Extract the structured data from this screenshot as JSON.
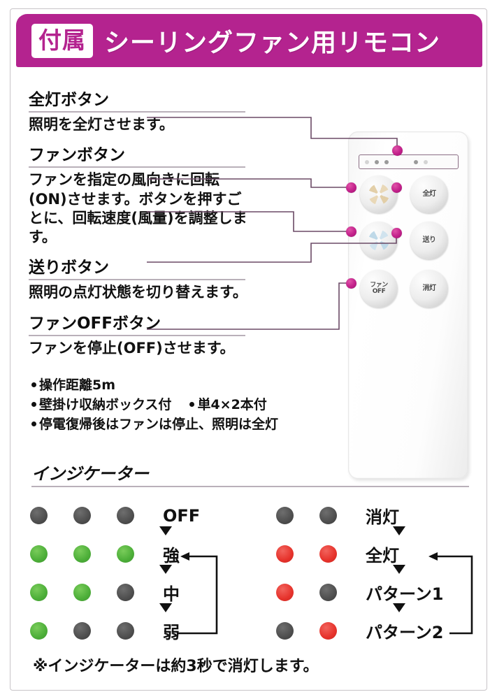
{
  "header": {
    "badge": "付属",
    "title": "シーリングファン用リモコン"
  },
  "sections": [
    {
      "heading": "全灯ボタン",
      "body": "照明を全灯させます。"
    },
    {
      "heading": "ファンボタン",
      "body": "ファンを指定の風向きに回転(ON)させます。ボタンを押すごとに、回転速度(風量)を調整します。"
    },
    {
      "heading": "送りボタン",
      "body": "照明の点灯状態を切り替えます。"
    },
    {
      "heading": "ファンOFFボタン",
      "body": "ファンを停止(OFF)させます。"
    }
  ],
  "bullets": {
    "row1": "操作距離5m",
    "row2a": "壁掛け収納ボックス付",
    "row2b": "単4×2本付",
    "row3": "停電復帰後はファンは停止、照明は全灯"
  },
  "remote": {
    "buttons": {
      "fan_warm": "",
      "all_light": "全灯",
      "fan_cool": "",
      "send": "送り",
      "fan_off_line1": "ファン",
      "fan_off_line2": "OFF",
      "light_off": "消灯"
    }
  },
  "indicator": {
    "title": "インジケーター",
    "fan_rows": [
      {
        "label": "OFF",
        "leds": [
          "off",
          "off",
          "off"
        ]
      },
      {
        "label": "強",
        "leds": [
          "green",
          "green",
          "green"
        ]
      },
      {
        "label": "中",
        "leds": [
          "green",
          "green",
          "off"
        ]
      },
      {
        "label": "弱",
        "leds": [
          "green",
          "off",
          "off"
        ]
      }
    ],
    "light_rows": [
      {
        "label": "消灯",
        "leds": [
          "off",
          "off"
        ]
      },
      {
        "label": "全灯",
        "leds": [
          "red",
          "red"
        ]
      },
      {
        "label": "パターン1",
        "leds": [
          "red",
          "off"
        ]
      },
      {
        "label": "パターン2",
        "leds": [
          "off",
          "red"
        ]
      }
    ]
  },
  "footnote": "※インジケーターは約3秒で消灯します。",
  "colors": {
    "brand_magenta": "#b4238f",
    "callout_dot": "#c2208a",
    "led_green": "#4cae38",
    "led_red": "#e6322b",
    "led_off": "#4e4e4e"
  }
}
